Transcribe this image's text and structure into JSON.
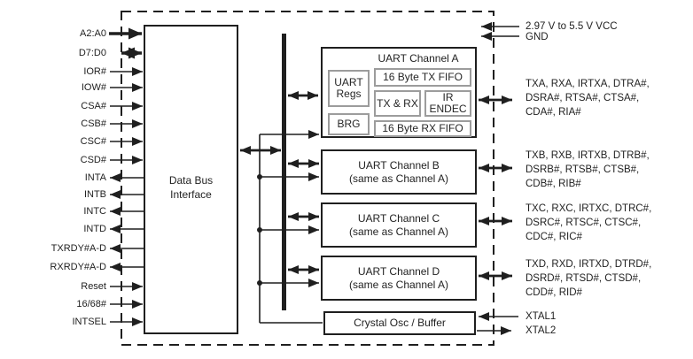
{
  "colors": {
    "line": "#1f1f1f",
    "inner_border": "#9c9c9c",
    "background": "#ffffff"
  },
  "left_pins": [
    {
      "label": "A2:A0",
      "dir": "in",
      "bus": true
    },
    {
      "label": "D7:D0",
      "dir": "bidir",
      "bus": true
    },
    {
      "label": "IOR#",
      "dir": "in"
    },
    {
      "label": "IOW#",
      "dir": "in"
    },
    {
      "label": "CSA#",
      "dir": "in"
    },
    {
      "label": "CSB#",
      "dir": "in"
    },
    {
      "label": "CSC#",
      "dir": "in"
    },
    {
      "label": "CSD#",
      "dir": "in"
    },
    {
      "label": "INTA",
      "dir": "out"
    },
    {
      "label": "INTB",
      "dir": "out"
    },
    {
      "label": "INTC",
      "dir": "out"
    },
    {
      "label": "INTD",
      "dir": "out"
    },
    {
      "label": "TXRDY#A-D",
      "dir": "out"
    },
    {
      "label": "RXRDY#A-D",
      "dir": "out"
    },
    {
      "label": "Reset",
      "dir": "in"
    },
    {
      "label": "16/68#",
      "dir": "in"
    },
    {
      "label": "INTSEL",
      "dir": "in"
    }
  ],
  "power": {
    "vcc": "2.97 V to 5.5 V VCC",
    "gnd": "GND"
  },
  "blocks": {
    "data_bus_interface": {
      "line1": "Data Bus",
      "line2": "Interface"
    },
    "channel_a": {
      "title": "UART Channel A",
      "uart_regs": {
        "line1": "UART",
        "line2": "Regs"
      },
      "brg": "BRG",
      "tx_fifo": "16 Byte TX FIFO",
      "tx_rx": "TX & RX",
      "ir_endec": {
        "line1": "IR",
        "line2": "ENDEC"
      },
      "rx_fifo": "16 Byte RX FIFO"
    },
    "channel_b": {
      "title": "UART Channel B",
      "subtitle": "(same as Channel A)"
    },
    "channel_c": {
      "title": "UART Channel C",
      "subtitle": "(same as Channel A)"
    },
    "channel_d": {
      "title": "UART Channel D",
      "subtitle": "(same as Channel A)"
    },
    "crystal": "Crystal Osc / Buffer"
  },
  "right_pins": {
    "channel_a": {
      "line1": "TXA, RXA, IRTXA, DTRA#,",
      "line2": "DSRA#, RTSA#, CTSA#,",
      "line3": "CDA#, RIA#"
    },
    "channel_b": {
      "line1": "TXB, RXB, IRTXB, DTRB#,",
      "line2": "DSRB#, RTSB#, CTSB#,",
      "line3": "CDB#, RIB#"
    },
    "channel_c": {
      "line1": "TXC, RXC, IRTXC, DTRC#,",
      "line2": "DSRC#, RTSC#, CTSC#,",
      "line3": "CDC#, RIC#"
    },
    "channel_d": {
      "line1": "TXD, RXD, IRTXD, DTRD#,",
      "line2": "DSRD#, RTSD#, CTSD#,",
      "line3": "CDD#, RID#"
    }
  },
  "xtal": {
    "xtal1": "XTAL1",
    "xtal2": "XTAL2"
  }
}
